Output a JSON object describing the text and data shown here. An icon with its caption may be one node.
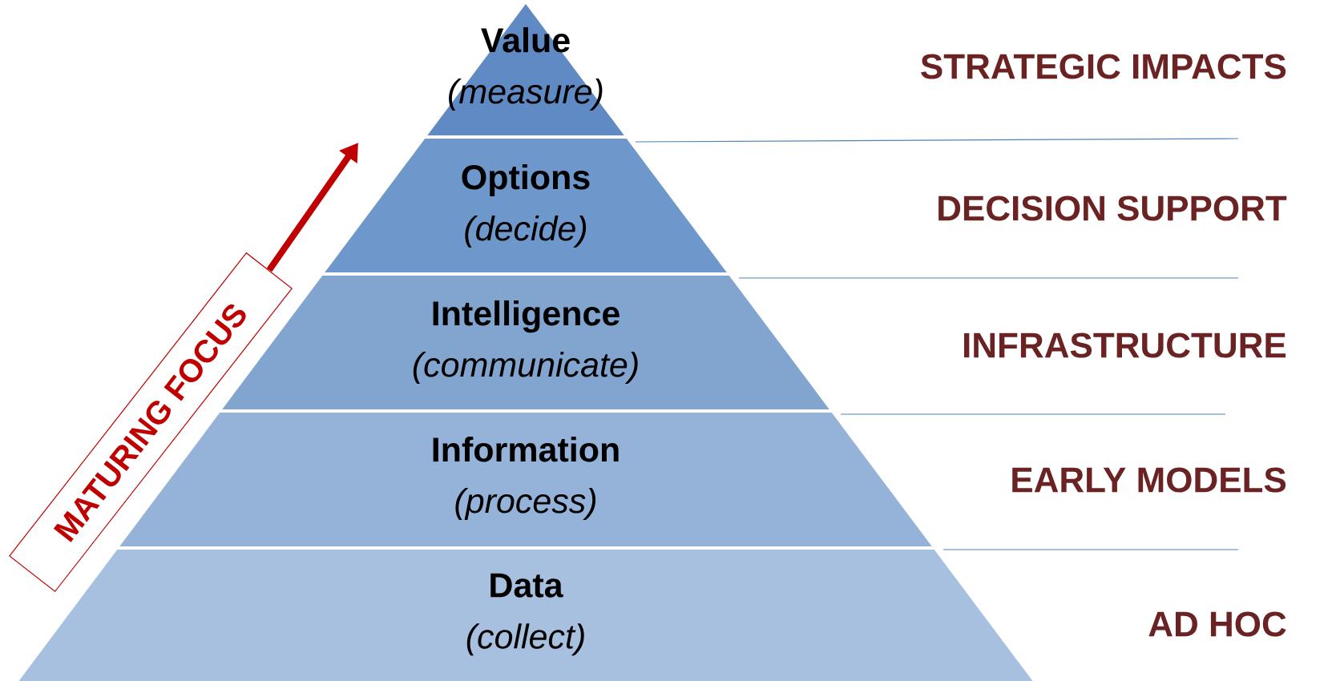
{
  "diagram": {
    "nodes": [
      {
        "text": [
          "Value",
          "(measure)"
        ]
      },
      {
        "text": [
          "Options",
          "(decide)"
        ]
      },
      {
        "text": [
          "Intelligence",
          "(communicate)"
        ]
      },
      {
        "text": [
          "Information",
          "(process)"
        ]
      },
      {
        "text": [
          "Data",
          "(collect)"
        ]
      },
      {
        "text": [
          "MATURING FOCUS"
        ]
      }
    ],
    "labels": [
      "STRATEGIC IMPACTS",
      "DECISION SUPPORT",
      "INFRASTRUCTURE",
      "EARLY MODELS",
      "AD HOC"
    ]
  }
}
